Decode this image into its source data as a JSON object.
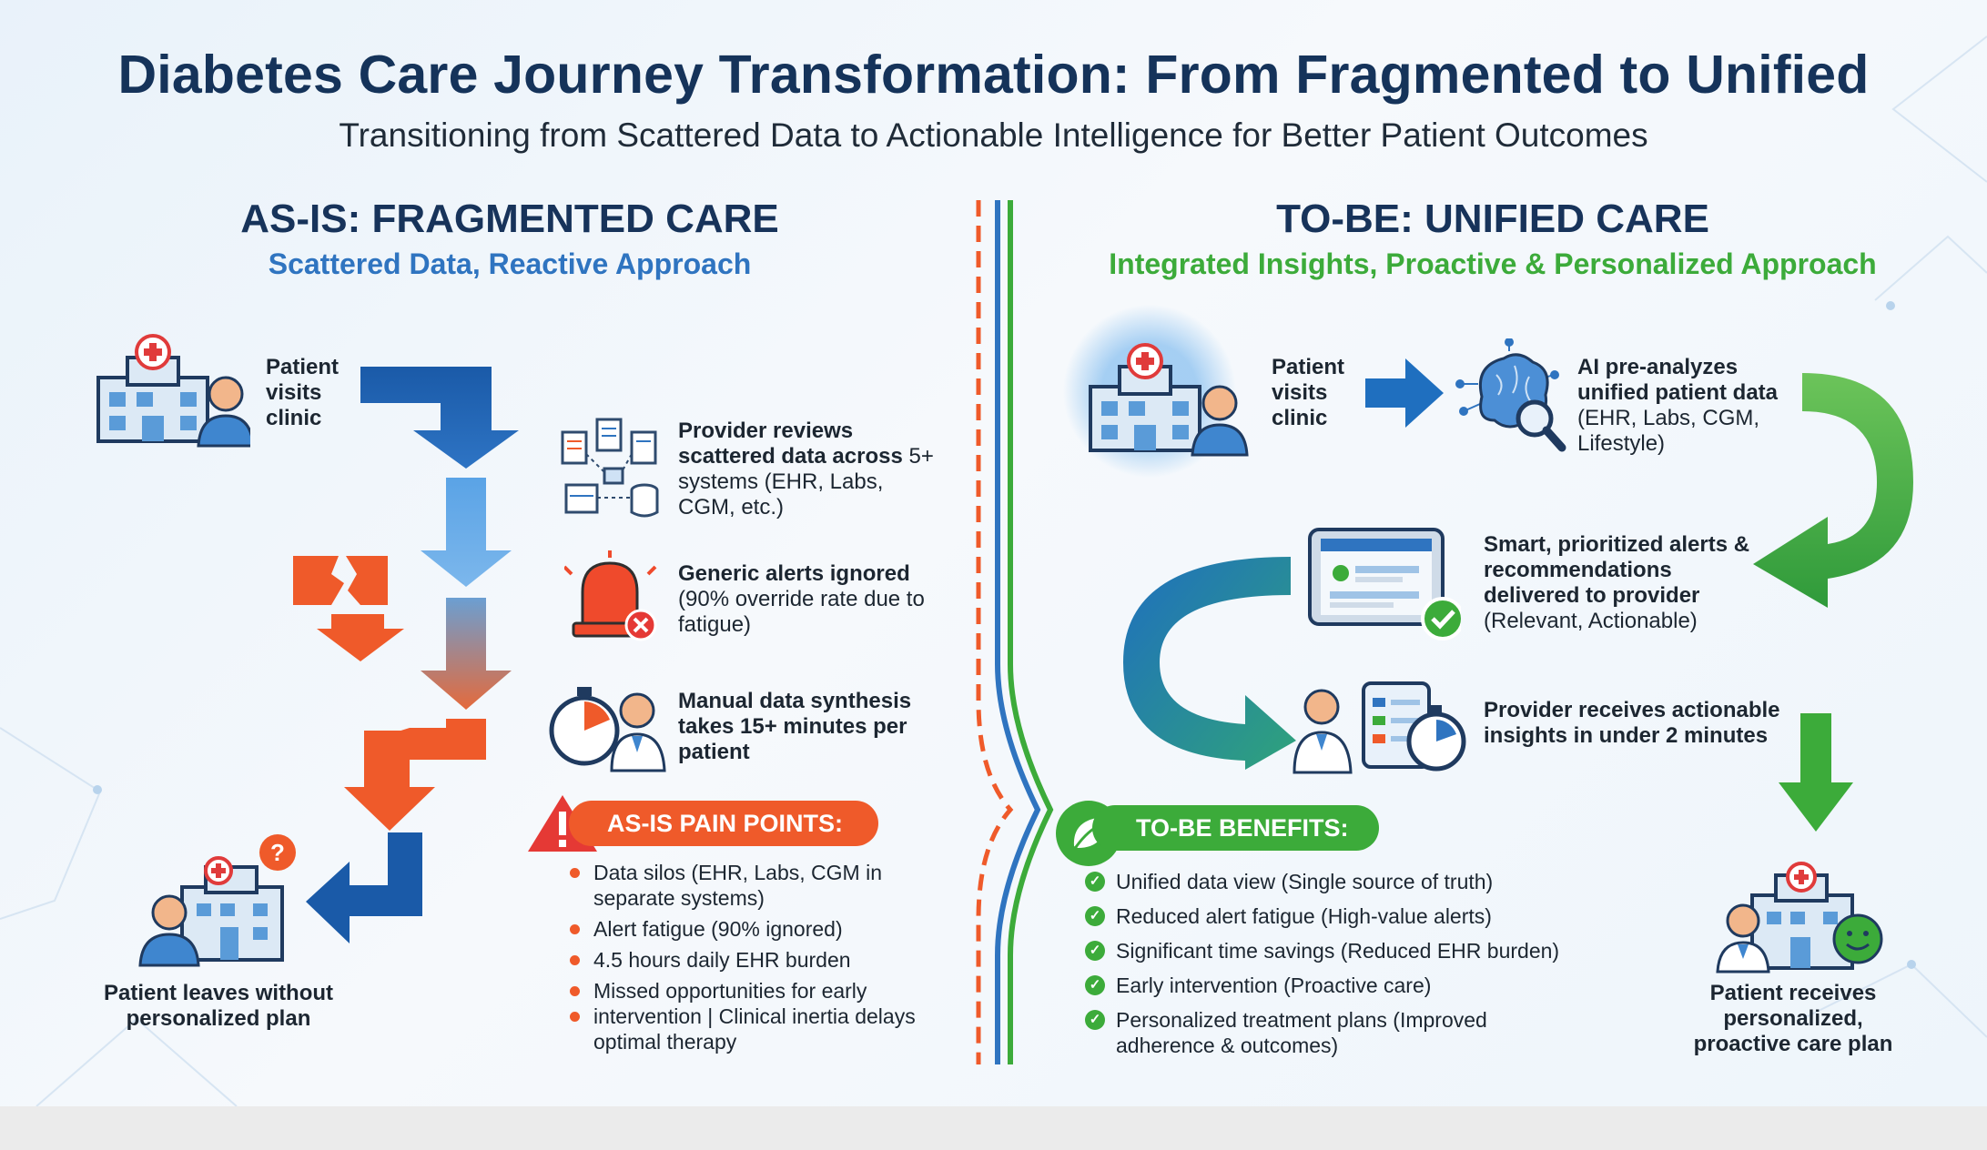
{
  "title": "Diabetes Care Journey Transformation: From Fragmented to Unified",
  "subtitle": "Transitioning from Scattered Data to Actionable Intelligence for Better Patient Outcomes",
  "colors": {
    "navy": "#15335a",
    "blue": "#2f74c0",
    "orange": "#ef5a2a",
    "green": "#3cab3a"
  },
  "as_is": {
    "heading": "AS-IS: FRAGMENTED CARE",
    "subheading": "Scattered Data, Reactive Approach",
    "patient_visits": "Patient\nvisits\nclinic",
    "steps": [
      {
        "bold": "Provider reviews scattered data across",
        "normal": "5+ systems (EHR, Labs, CGM, etc.)",
        "icon": "scattered-documents-icon"
      },
      {
        "bold": "Generic alerts ignored",
        "normal": "(90% override rate due to fatigue)",
        "icon": "alarm-bell-icon"
      },
      {
        "bold": "Manual data synthesis takes 15+ minutes per patient",
        "normal": "",
        "icon": "stopwatch-doctor-icon"
      }
    ],
    "pain_title": "AS-IS PAIN POINTS:",
    "pain_points": [
      "Data silos (EHR, Labs, CGM in separate systems)",
      "Alert fatigue (90% ignored)",
      "4.5 hours daily EHR burden",
      "Missed opportunities for early",
      "intervention | Clinical inertia delays optimal therapy"
    ],
    "outcome": "Patient leaves without\npersonalized plan"
  },
  "to_be": {
    "heading": "TO-BE: UNIFIED CARE",
    "subheading": "Integrated Insights, Proactive & Personalized Approach",
    "patient_visits": "Patient\nvisits\nclinic",
    "steps": [
      {
        "bold": "AI pre-analyzes unified patient data",
        "normal": "(EHR, Labs, CGM, Lifestyle)",
        "icon": "ai-brain-icon"
      },
      {
        "bold": "Smart, prioritized alerts & recommendations delivered to provider",
        "normal": "(Relevant, Actionable)",
        "icon": "tablet-dashboard-icon"
      },
      {
        "bold": "Provider receives actionable insights in under 2 minutes",
        "normal": "",
        "icon": "doctor-stopwatch-icon"
      }
    ],
    "benefits_title": "TO-BE BENEFITS:",
    "benefits": [
      "Unified data view (Single source of truth)",
      "Reduced alert fatigue (High-value alerts)",
      "Significant time savings (Reduced EHR burden)",
      "Early intervention (Proactive care)",
      "Personalized treatment plans (Improved adherence & outcomes)"
    ],
    "outcome": "Patient receives\npersonalized,\nproactive care plan"
  }
}
